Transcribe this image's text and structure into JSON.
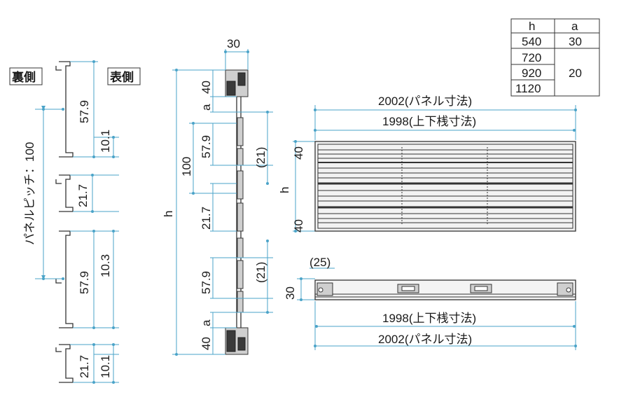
{
  "profile_section": {
    "back_side_label": "裏側",
    "front_side_label": "表側",
    "panel_pitch_label": "パネルピッチ：100",
    "dims": {
      "top_left": "57.9",
      "top_right": "10.1",
      "gap1": "21.7",
      "mid_left": "57.9",
      "mid_right": "10.3",
      "gap2": "21.7",
      "bottom_right": "10.1"
    }
  },
  "side_section": {
    "width": "30",
    "top_frame": "40",
    "a_top": "a",
    "pitch": "100",
    "upper_flat": "57.9",
    "upper_gap": "(21)",
    "gap": "21.7",
    "lower_flat": "57.9",
    "lower_gap": "(21)",
    "a_bottom": "a",
    "bottom_frame": "40",
    "height": "h"
  },
  "front_view": {
    "panel_width": "2002(パネル寸法)",
    "rail_width": "1998(上下桟寸法)",
    "top_frame": "40",
    "bottom_frame": "40",
    "height": "h"
  },
  "plan_view": {
    "offset": "(25)",
    "depth": "30",
    "rail_width": "1998(上下桟寸法)",
    "panel_width": "2002(パネル寸法)"
  },
  "size_table": {
    "headers": [
      "h",
      "a"
    ],
    "h_values": [
      "540",
      "720",
      "920",
      "1120"
    ],
    "a_values": [
      "30",
      "20"
    ]
  }
}
